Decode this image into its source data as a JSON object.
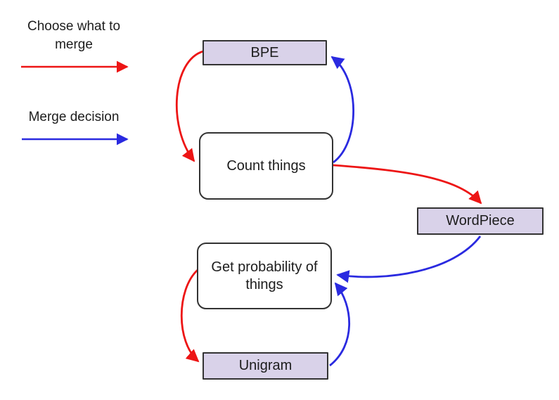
{
  "colors": {
    "red": "#ed1515",
    "blue": "#2a2ae0",
    "node_fill": "#d9d2e9",
    "node_border": "#333333",
    "text": "#1d1d1d",
    "bg": "#ffffff"
  },
  "legend": {
    "red_label": "Choose what to merge",
    "blue_label": "Merge decision"
  },
  "nodes": {
    "bpe": {
      "label": "BPE"
    },
    "count_things": {
      "label": "Count things"
    },
    "wordpiece": {
      "label": "WordPiece"
    },
    "get_probability": {
      "label": "Get probability of things"
    },
    "unigram": {
      "label": "Unigram"
    }
  },
  "edges": [
    {
      "from": "BPE",
      "to": "Count things",
      "meaning": "Choose what to merge",
      "color": "red"
    },
    {
      "from": "Count things",
      "to": "BPE",
      "meaning": "Merge decision",
      "color": "blue"
    },
    {
      "from": "Count things",
      "to": "WordPiece",
      "meaning": "Choose what to merge",
      "color": "red"
    },
    {
      "from": "WordPiece",
      "to": "Get probability of things",
      "meaning": "Merge decision",
      "color": "blue"
    },
    {
      "from": "Get probability of things",
      "to": "Unigram",
      "meaning": "Choose what to merge",
      "color": "red"
    },
    {
      "from": "Unigram",
      "to": "Get probability of things",
      "meaning": "Merge decision",
      "color": "blue"
    }
  ]
}
